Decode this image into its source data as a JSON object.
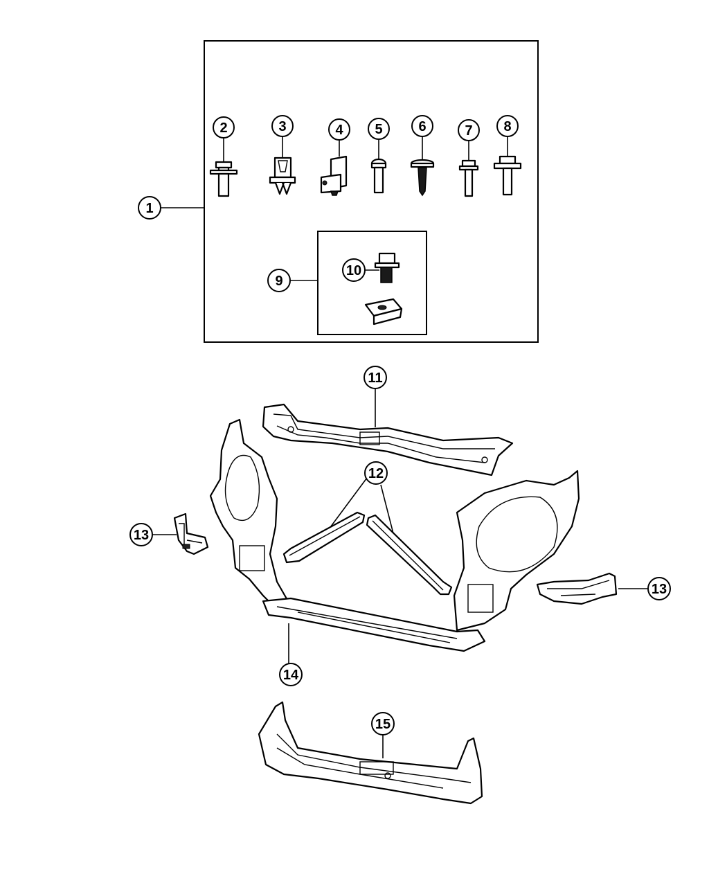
{
  "callouts": {
    "c1": "1",
    "c2": "2",
    "c3": "3",
    "c4": "4",
    "c5": "5",
    "c6": "6",
    "c7": "7",
    "c8": "8",
    "c9": "9",
    "c10": "10",
    "c11": "11",
    "c12": "12",
    "c13_left": "13",
    "c13_right": "13",
    "c14": "14",
    "c15": "15"
  },
  "parts": {
    "p2": "screw-icon",
    "p3": "clip-icon",
    "p4": "nut-clip-icon",
    "p5": "pin-icon",
    "p6": "push-rivet-icon",
    "p7": "bolt-icon",
    "p8": "flange-bolt-icon",
    "p10": "flange-screw-icon",
    "p9_nut": "u-nut-icon",
    "p11": "upper-crossmember-icon",
    "p12": "brace-icon",
    "p13": "bracket-icon",
    "p14": "radiator-support-icon",
    "p15": "lower-crossmember-icon"
  }
}
